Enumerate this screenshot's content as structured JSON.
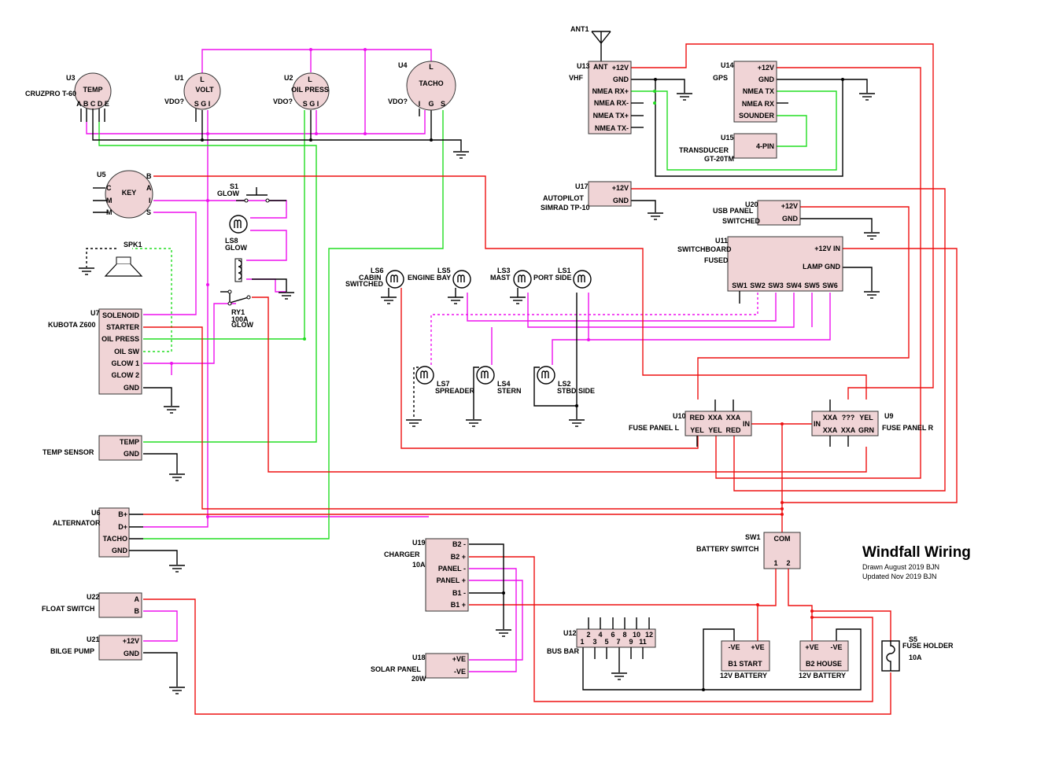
{
  "title": "Windfall Wiring",
  "notes": [
    "Drawn August 2019 BJN",
    "Updated Nov 2019 BJN"
  ],
  "colors": {
    "box_fill": "#f0d4d6",
    "wire_power": "#ee1111",
    "wire_signal": "#ee11ee",
    "wire_sensor": "#22dd22",
    "wire_ground": "#000000"
  },
  "components": {
    "u3": {
      "ref": "U3",
      "name": "TEMP",
      "desc": "CRUZPRO T-60",
      "pins": "A B C D E"
    },
    "u1": {
      "ref": "U1",
      "name": "VOLT",
      "top": "L",
      "pins": "S G I",
      "note": "VDO?"
    },
    "u2": {
      "ref": "U2",
      "name": "OIL PRESS",
      "top": "L",
      "pins": "S G I",
      "note": "VDO?"
    },
    "u4": {
      "ref": "U4",
      "name": "TACHO",
      "top": "L",
      "pins": [
        "I",
        "G",
        "S"
      ],
      "note": "VDO?"
    },
    "u5": {
      "ref": "U5",
      "name": "KEY",
      "left": [
        "C",
        "M",
        "M"
      ],
      "right": [
        "B",
        "A",
        "I",
        "S"
      ]
    },
    "s1": {
      "ref": "S1",
      "name": "GLOW"
    },
    "ls8": {
      "ref": "LS8",
      "name": "GLOW"
    },
    "ry1": {
      "ref": "RY1",
      "rating": "100A",
      "name": "GLOW"
    },
    "spk1": {
      "ref": "SPK1"
    },
    "u7": {
      "ref": "U7",
      "desc": "KUBOTA Z600",
      "pins": [
        "SOLENOID",
        "STARTER",
        "OIL PRESS",
        "OIL SW",
        "GLOW 1",
        "GLOW 2",
        "GND"
      ]
    },
    "temp_sensor": {
      "desc": "TEMP SENSOR",
      "pins": [
        "TEMP",
        "GND"
      ]
    },
    "u6": {
      "ref": "U6",
      "desc": "ALTERNATOR",
      "pins": [
        "B+",
        "D+",
        "TACHO",
        "GND"
      ]
    },
    "u22": {
      "ref": "U22",
      "desc": "FLOAT SWITCH",
      "pins": [
        "A",
        "B"
      ]
    },
    "u21": {
      "ref": "U21",
      "desc": "BILGE PUMP",
      "pins": [
        "+12V",
        "GND"
      ]
    },
    "ant1": {
      "ref": "ANT1"
    },
    "u13": {
      "ref": "U13",
      "desc": "VHF",
      "pins": [
        "+12V",
        "GND",
        "NMEA RX+",
        "NMEA RX-",
        "NMEA TX+",
        "NMEA TX-"
      ],
      "ant": "ANT"
    },
    "u14": {
      "ref": "U14",
      "desc": "GPS",
      "pins": [
        "+12V",
        "GND",
        "NMEA TX",
        "NMEA RX",
        "SOUNDER"
      ]
    },
    "u15": {
      "ref": "U15",
      "desc1": "TRANSDUCER",
      "desc2": "GT-20TM",
      "pin": "4-PIN"
    },
    "u17": {
      "ref": "U17",
      "desc1": "AUTOPILOT",
      "desc2": "SIMRAD TP-10",
      "pins": [
        "+12V",
        "GND"
      ]
    },
    "u20": {
      "ref": "U20",
      "desc1": "USB PANEL",
      "desc2": "SWITCHED",
      "pins": [
        "+12V",
        "GND"
      ]
    },
    "u11": {
      "ref": "U11",
      "desc1": "SWITCHBOARD",
      "desc2": "FUSED",
      "pins": [
        "+12V IN",
        "LAMP GND"
      ],
      "switches": [
        "SW1",
        "SW2",
        "SW3",
        "SW4",
        "SW5",
        "SW6"
      ]
    },
    "ls6": {
      "ref": "LS6",
      "name": "CABIN",
      "extra": "SWITCHED"
    },
    "ls5": {
      "ref": "LS5",
      "name": "ENGINE BAY"
    },
    "ls3": {
      "ref": "LS3",
      "name": "MAST"
    },
    "ls1": {
      "ref": "LS1",
      "name": "PORT SIDE"
    },
    "ls7": {
      "ref": "LS7",
      "name": "SPREADER"
    },
    "ls4": {
      "ref": "LS4",
      "name": "STERN"
    },
    "ls2": {
      "ref": "LS2",
      "name": "STBD SIDE"
    },
    "u10": {
      "ref": "U10",
      "desc": "FUSE PANEL L",
      "top": [
        "RED",
        "XXA",
        "XXA"
      ],
      "bottom": [
        "YEL",
        "YEL",
        "RED"
      ],
      "in": "IN"
    },
    "u9": {
      "ref": "U9",
      "desc": "FUSE PANEL R",
      "top": [
        "XXA",
        "???",
        "YEL"
      ],
      "bottom": [
        "XXA",
        "XXA",
        "GRN"
      ],
      "in": "IN"
    },
    "sw1": {
      "ref": "SW1",
      "desc": "BATTERY SWITCH",
      "top": "COM",
      "pins": [
        "1",
        "2"
      ]
    },
    "u19": {
      "ref": "U19",
      "desc1": "CHARGER",
      "desc2": "10A",
      "pins": [
        "B2 -",
        "B2 +",
        "PANEL -",
        "PANEL +",
        "B1 -",
        "B1 +"
      ]
    },
    "u18": {
      "ref": "U18",
      "desc1": "SOLAR PANEL",
      "desc2": "20W",
      "pins": [
        "+VE",
        "-VE"
      ]
    },
    "u12": {
      "ref": "U12",
      "desc": "BUS BAR",
      "top": [
        "2",
        "4",
        "6",
        "8",
        "10",
        "12"
      ],
      "bottom": [
        "1",
        "3",
        "5",
        "7",
        "9",
        "11"
      ]
    },
    "b1": {
      "neg": "-VE",
      "pos": "+VE",
      "name": "B1 START",
      "desc": "12V BATTERY"
    },
    "b2": {
      "pos": "+VE",
      "neg": "-VE",
      "name": "B2 HOUSE",
      "desc": "12V BATTERY"
    },
    "s5": {
      "ref": "S5",
      "desc": "FUSE HOLDER",
      "rating": "10A"
    }
  }
}
